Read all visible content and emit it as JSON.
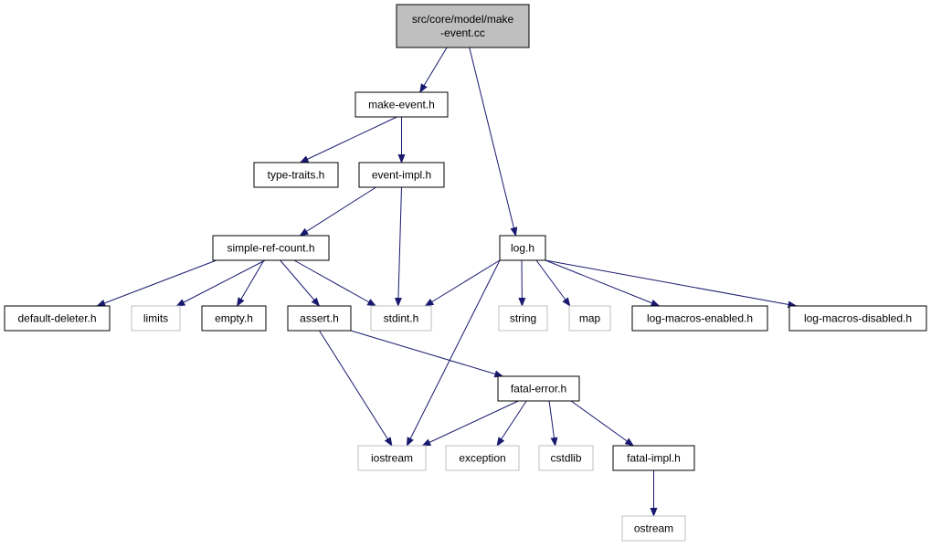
{
  "colors": {
    "edge": "#191970",
    "root_fill": "#bfbfbf",
    "root_border": "#000000",
    "local_border": "#000000",
    "system_border": "#bfbfbf",
    "node_fill": "#ffffff"
  },
  "nodes": [
    {
      "id": "make-event-cc",
      "lines": [
        "src/core/model/make",
        "-event.cc"
      ],
      "kind": "root"
    },
    {
      "id": "make-event-h",
      "lines": [
        "make-event.h"
      ],
      "kind": "local"
    },
    {
      "id": "type-traits-h",
      "lines": [
        "type-traits.h"
      ],
      "kind": "local"
    },
    {
      "id": "event-impl-h",
      "lines": [
        "event-impl.h"
      ],
      "kind": "local"
    },
    {
      "id": "simple-ref-count-h",
      "lines": [
        "simple-ref-count.h"
      ],
      "kind": "local"
    },
    {
      "id": "log-h",
      "lines": [
        "log.h"
      ],
      "kind": "local"
    },
    {
      "id": "default-deleter-h",
      "lines": [
        "default-deleter.h"
      ],
      "kind": "local"
    },
    {
      "id": "limits",
      "lines": [
        "limits"
      ],
      "kind": "system"
    },
    {
      "id": "empty-h",
      "lines": [
        "empty.h"
      ],
      "kind": "local"
    },
    {
      "id": "assert-h",
      "lines": [
        "assert.h"
      ],
      "kind": "local"
    },
    {
      "id": "stdint-h",
      "lines": [
        "stdint.h"
      ],
      "kind": "system"
    },
    {
      "id": "string",
      "lines": [
        "string"
      ],
      "kind": "system"
    },
    {
      "id": "map",
      "lines": [
        "map"
      ],
      "kind": "system"
    },
    {
      "id": "log-macros-enabled-h",
      "lines": [
        "log-macros-enabled.h"
      ],
      "kind": "local"
    },
    {
      "id": "log-macros-disabled-h",
      "lines": [
        "log-macros-disabled.h"
      ],
      "kind": "local"
    },
    {
      "id": "fatal-error-h",
      "lines": [
        "fatal-error.h"
      ],
      "kind": "local"
    },
    {
      "id": "iostream",
      "lines": [
        "iostream"
      ],
      "kind": "system"
    },
    {
      "id": "exception",
      "lines": [
        "exception"
      ],
      "kind": "system"
    },
    {
      "id": "cstdlib",
      "lines": [
        "cstdlib"
      ],
      "kind": "system"
    },
    {
      "id": "fatal-impl-h",
      "lines": [
        "fatal-impl.h"
      ],
      "kind": "local"
    },
    {
      "id": "ostream",
      "lines": [
        "ostream"
      ],
      "kind": "system"
    }
  ],
  "edges": [
    {
      "from": "make-event-cc",
      "to": "make-event-h"
    },
    {
      "from": "make-event-cc",
      "to": "log-h"
    },
    {
      "from": "make-event-h",
      "to": "type-traits-h"
    },
    {
      "from": "make-event-h",
      "to": "event-impl-h"
    },
    {
      "from": "event-impl-h",
      "to": "simple-ref-count-h"
    },
    {
      "from": "event-impl-h",
      "to": "stdint-h"
    },
    {
      "from": "simple-ref-count-h",
      "to": "default-deleter-h"
    },
    {
      "from": "simple-ref-count-h",
      "to": "limits"
    },
    {
      "from": "simple-ref-count-h",
      "to": "empty-h"
    },
    {
      "from": "simple-ref-count-h",
      "to": "assert-h"
    },
    {
      "from": "simple-ref-count-h",
      "to": "stdint-h"
    },
    {
      "from": "log-h",
      "to": "stdint-h"
    },
    {
      "from": "log-h",
      "to": "iostream"
    },
    {
      "from": "log-h",
      "to": "string"
    },
    {
      "from": "log-h",
      "to": "map"
    },
    {
      "from": "log-h",
      "to": "log-macros-enabled-h"
    },
    {
      "from": "log-h",
      "to": "log-macros-disabled-h"
    },
    {
      "from": "assert-h",
      "to": "iostream"
    },
    {
      "from": "assert-h",
      "to": "fatal-error-h"
    },
    {
      "from": "fatal-error-h",
      "to": "iostream"
    },
    {
      "from": "fatal-error-h",
      "to": "exception"
    },
    {
      "from": "fatal-error-h",
      "to": "cstdlib"
    },
    {
      "from": "fatal-error-h",
      "to": "fatal-impl-h"
    },
    {
      "from": "fatal-impl-h",
      "to": "ostream"
    }
  ]
}
